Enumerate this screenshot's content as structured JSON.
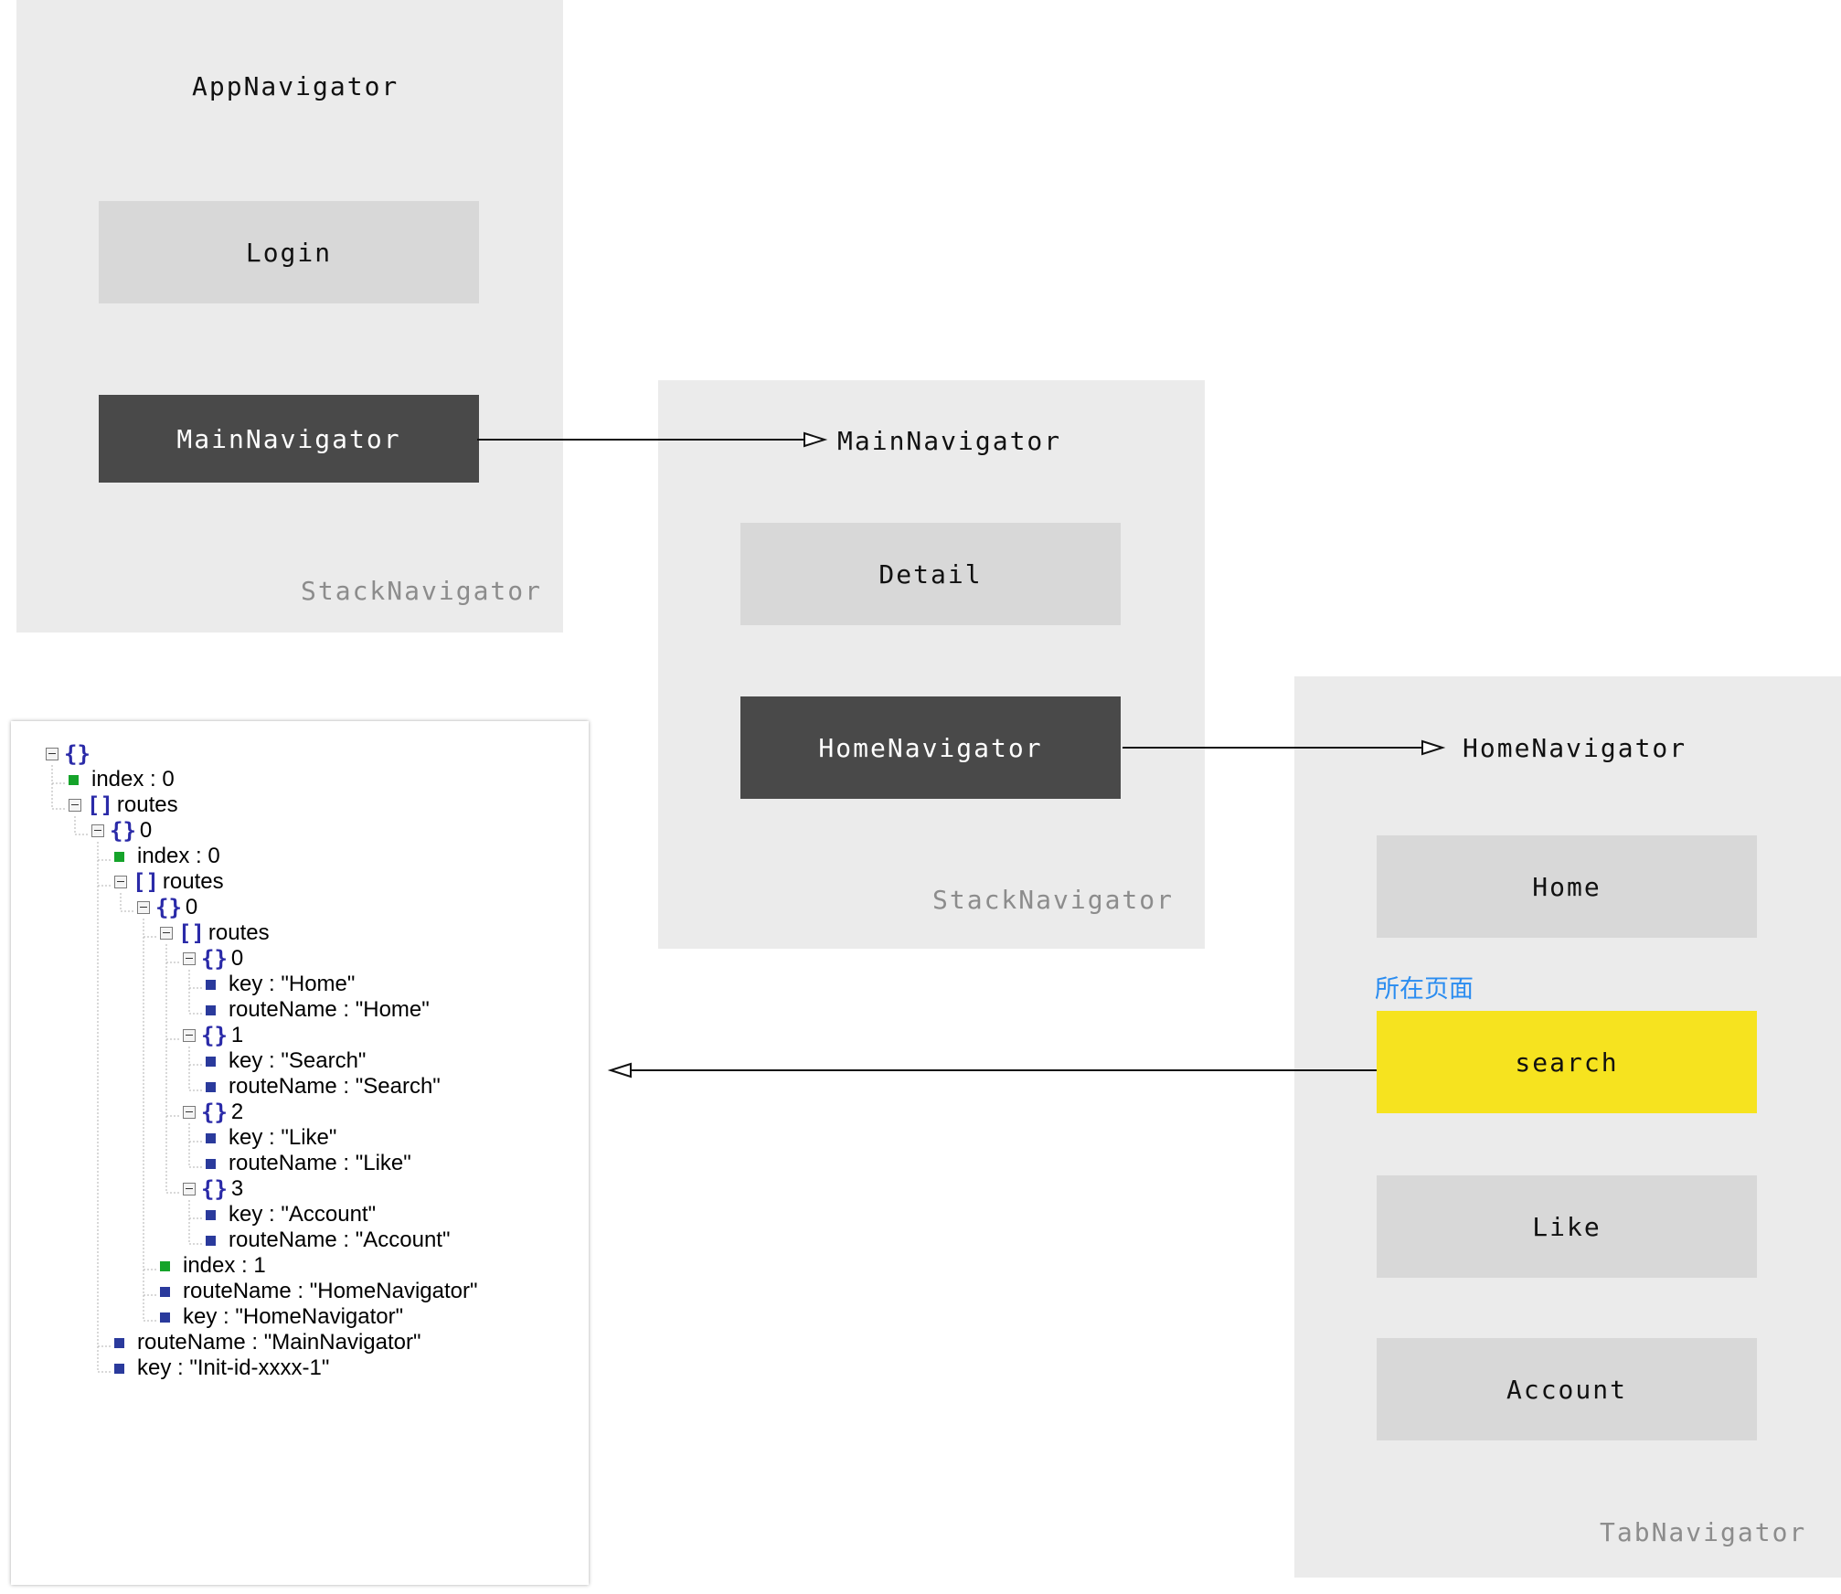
{
  "app_navigator": {
    "title": "AppNavigator",
    "type": "StackNavigator",
    "items": [
      "Login",
      "MainNavigator"
    ]
  },
  "main_navigator": {
    "title": "MainNavigator",
    "type": "StackNavigator",
    "items": [
      "Detail",
      "HomeNavigator"
    ]
  },
  "home_navigator": {
    "title": "HomeNavigator",
    "type": "TabNavigator",
    "items": [
      "Home",
      "search",
      "Like",
      "Account"
    ],
    "current_page_label": "所在页面"
  },
  "colors": {
    "panel": "#ebebeb",
    "item": "#d8d8d8",
    "nested_navigator": "#494949",
    "current_tab": "#f6e31f",
    "current_label": "#2a8cf0"
  },
  "state_tree": {
    "rows": [
      {
        "kind": "object",
        "label": ""
      },
      {
        "kind": "green",
        "label": "index : 0"
      },
      {
        "kind": "array",
        "label": "routes"
      },
      {
        "kind": "object",
        "label": "0"
      },
      {
        "kind": "green",
        "label": "index : 0"
      },
      {
        "kind": "array",
        "label": "routes"
      },
      {
        "kind": "object",
        "label": "0"
      },
      {
        "kind": "array",
        "label": "routes"
      },
      {
        "kind": "object",
        "label": "0"
      },
      {
        "kind": "blue",
        "label": "key : \"Home\""
      },
      {
        "kind": "blue",
        "label": "routeName : \"Home\""
      },
      {
        "kind": "object",
        "label": "1"
      },
      {
        "kind": "blue",
        "label": "key : \"Search\""
      },
      {
        "kind": "blue",
        "label": "routeName : \"Search\""
      },
      {
        "kind": "object",
        "label": "2"
      },
      {
        "kind": "blue",
        "label": "key : \"Like\""
      },
      {
        "kind": "blue",
        "label": "routeName : \"Like\""
      },
      {
        "kind": "object",
        "label": "3"
      },
      {
        "kind": "blue",
        "label": "key : \"Account\""
      },
      {
        "kind": "blue",
        "label": "routeName : \"Account\""
      },
      {
        "kind": "green",
        "label": "index : 1"
      },
      {
        "kind": "blue",
        "label": "routeName : \"HomeNavigator\""
      },
      {
        "kind": "blue",
        "label": "key : \"HomeNavigator\""
      },
      {
        "kind": "blue",
        "label": "routeName : \"MainNavigator\""
      },
      {
        "kind": "blue",
        "label": "key : \"Init-id-xxxx-1\""
      }
    ]
  }
}
